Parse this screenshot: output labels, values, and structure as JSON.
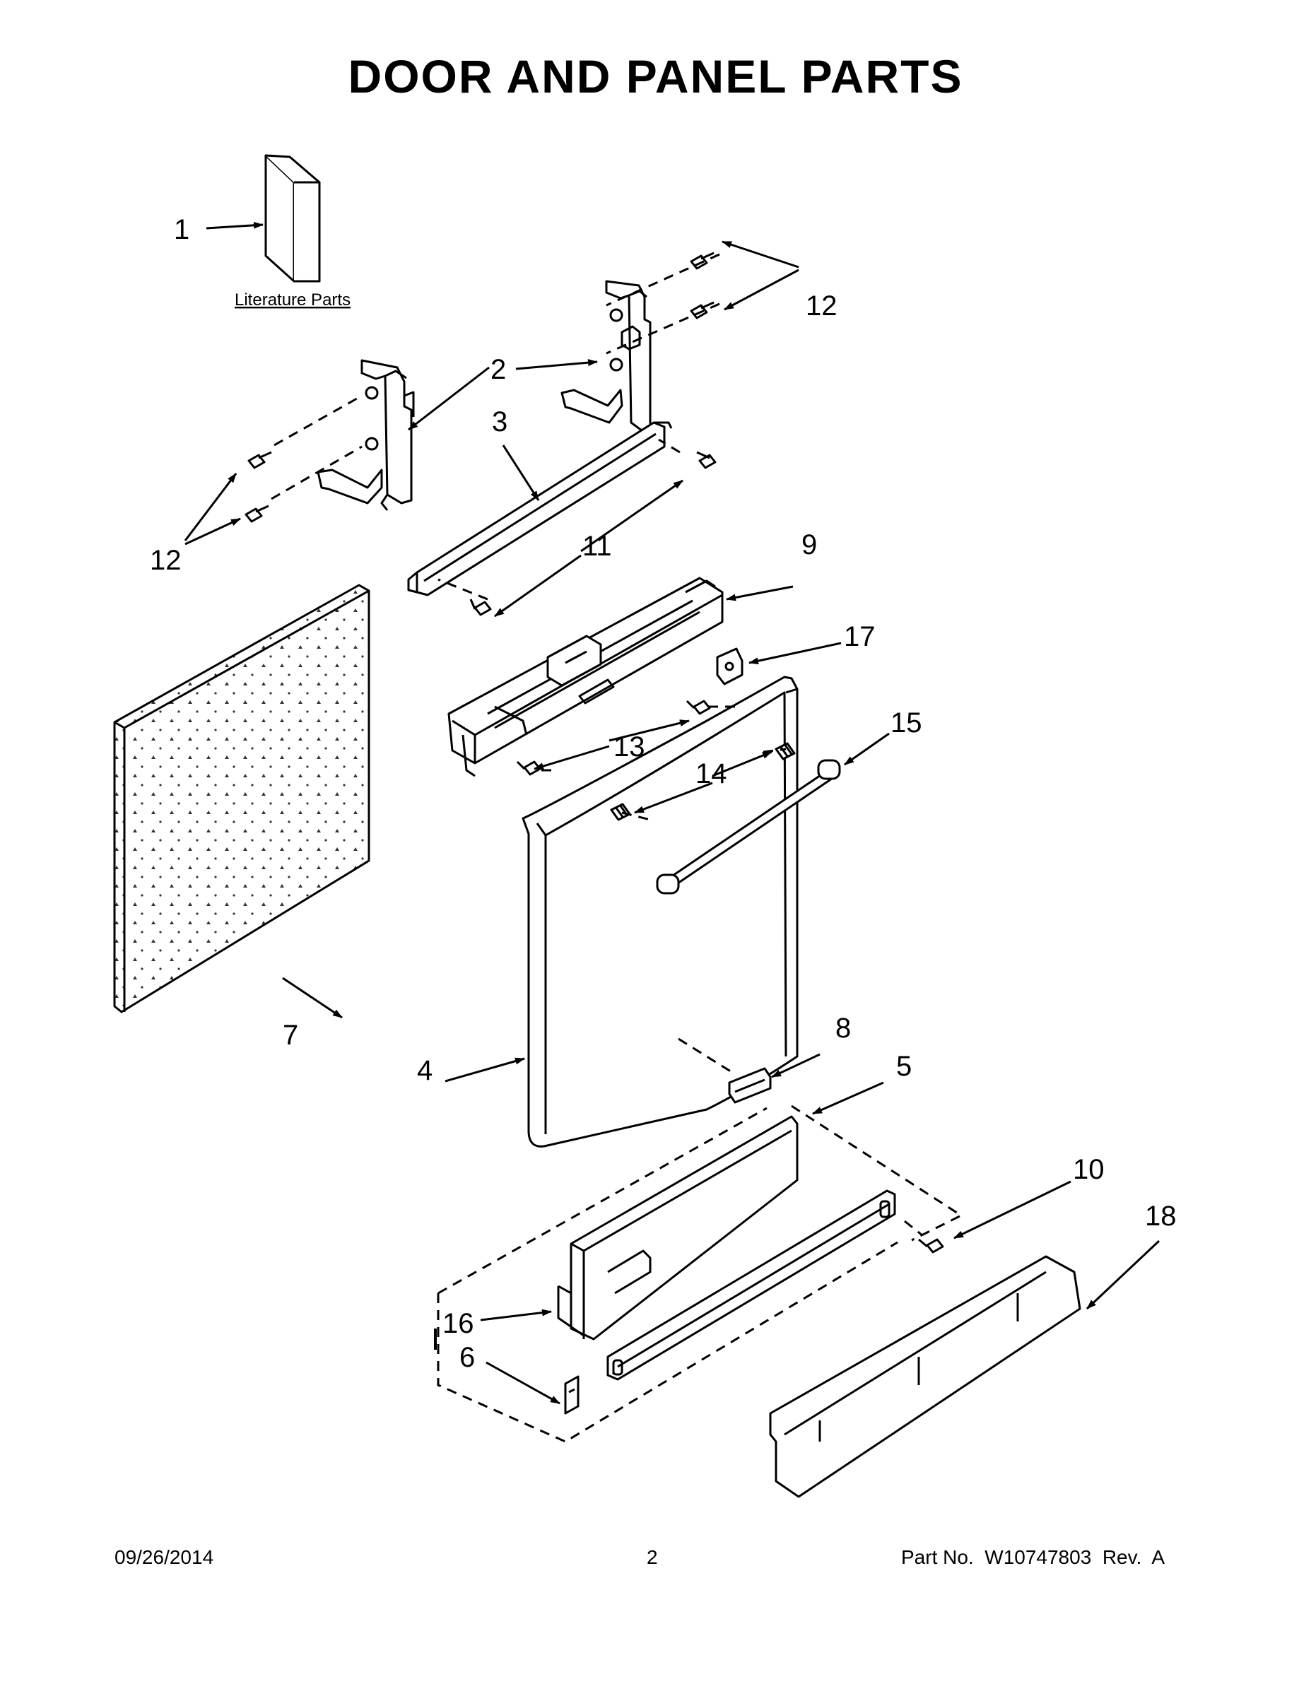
{
  "title": "DOOR AND PANEL PARTS",
  "literature_label": "Literature Parts",
  "callouts": {
    "c1": "1",
    "c2": "2",
    "c3": "3",
    "c4": "4",
    "c5": "5",
    "c6": "6",
    "c7": "7",
    "c8": "8",
    "c9": "9",
    "c10": "10",
    "c11": "11",
    "c12a": "12",
    "c12b": "12",
    "c13": "13",
    "c14": "14",
    "c15": "15",
    "c16": "16",
    "c17": "17",
    "c18": "18"
  },
  "footer": {
    "date": "09/26/2014",
    "page": "2",
    "part": "Part No.  W10747803  Rev.  A"
  }
}
